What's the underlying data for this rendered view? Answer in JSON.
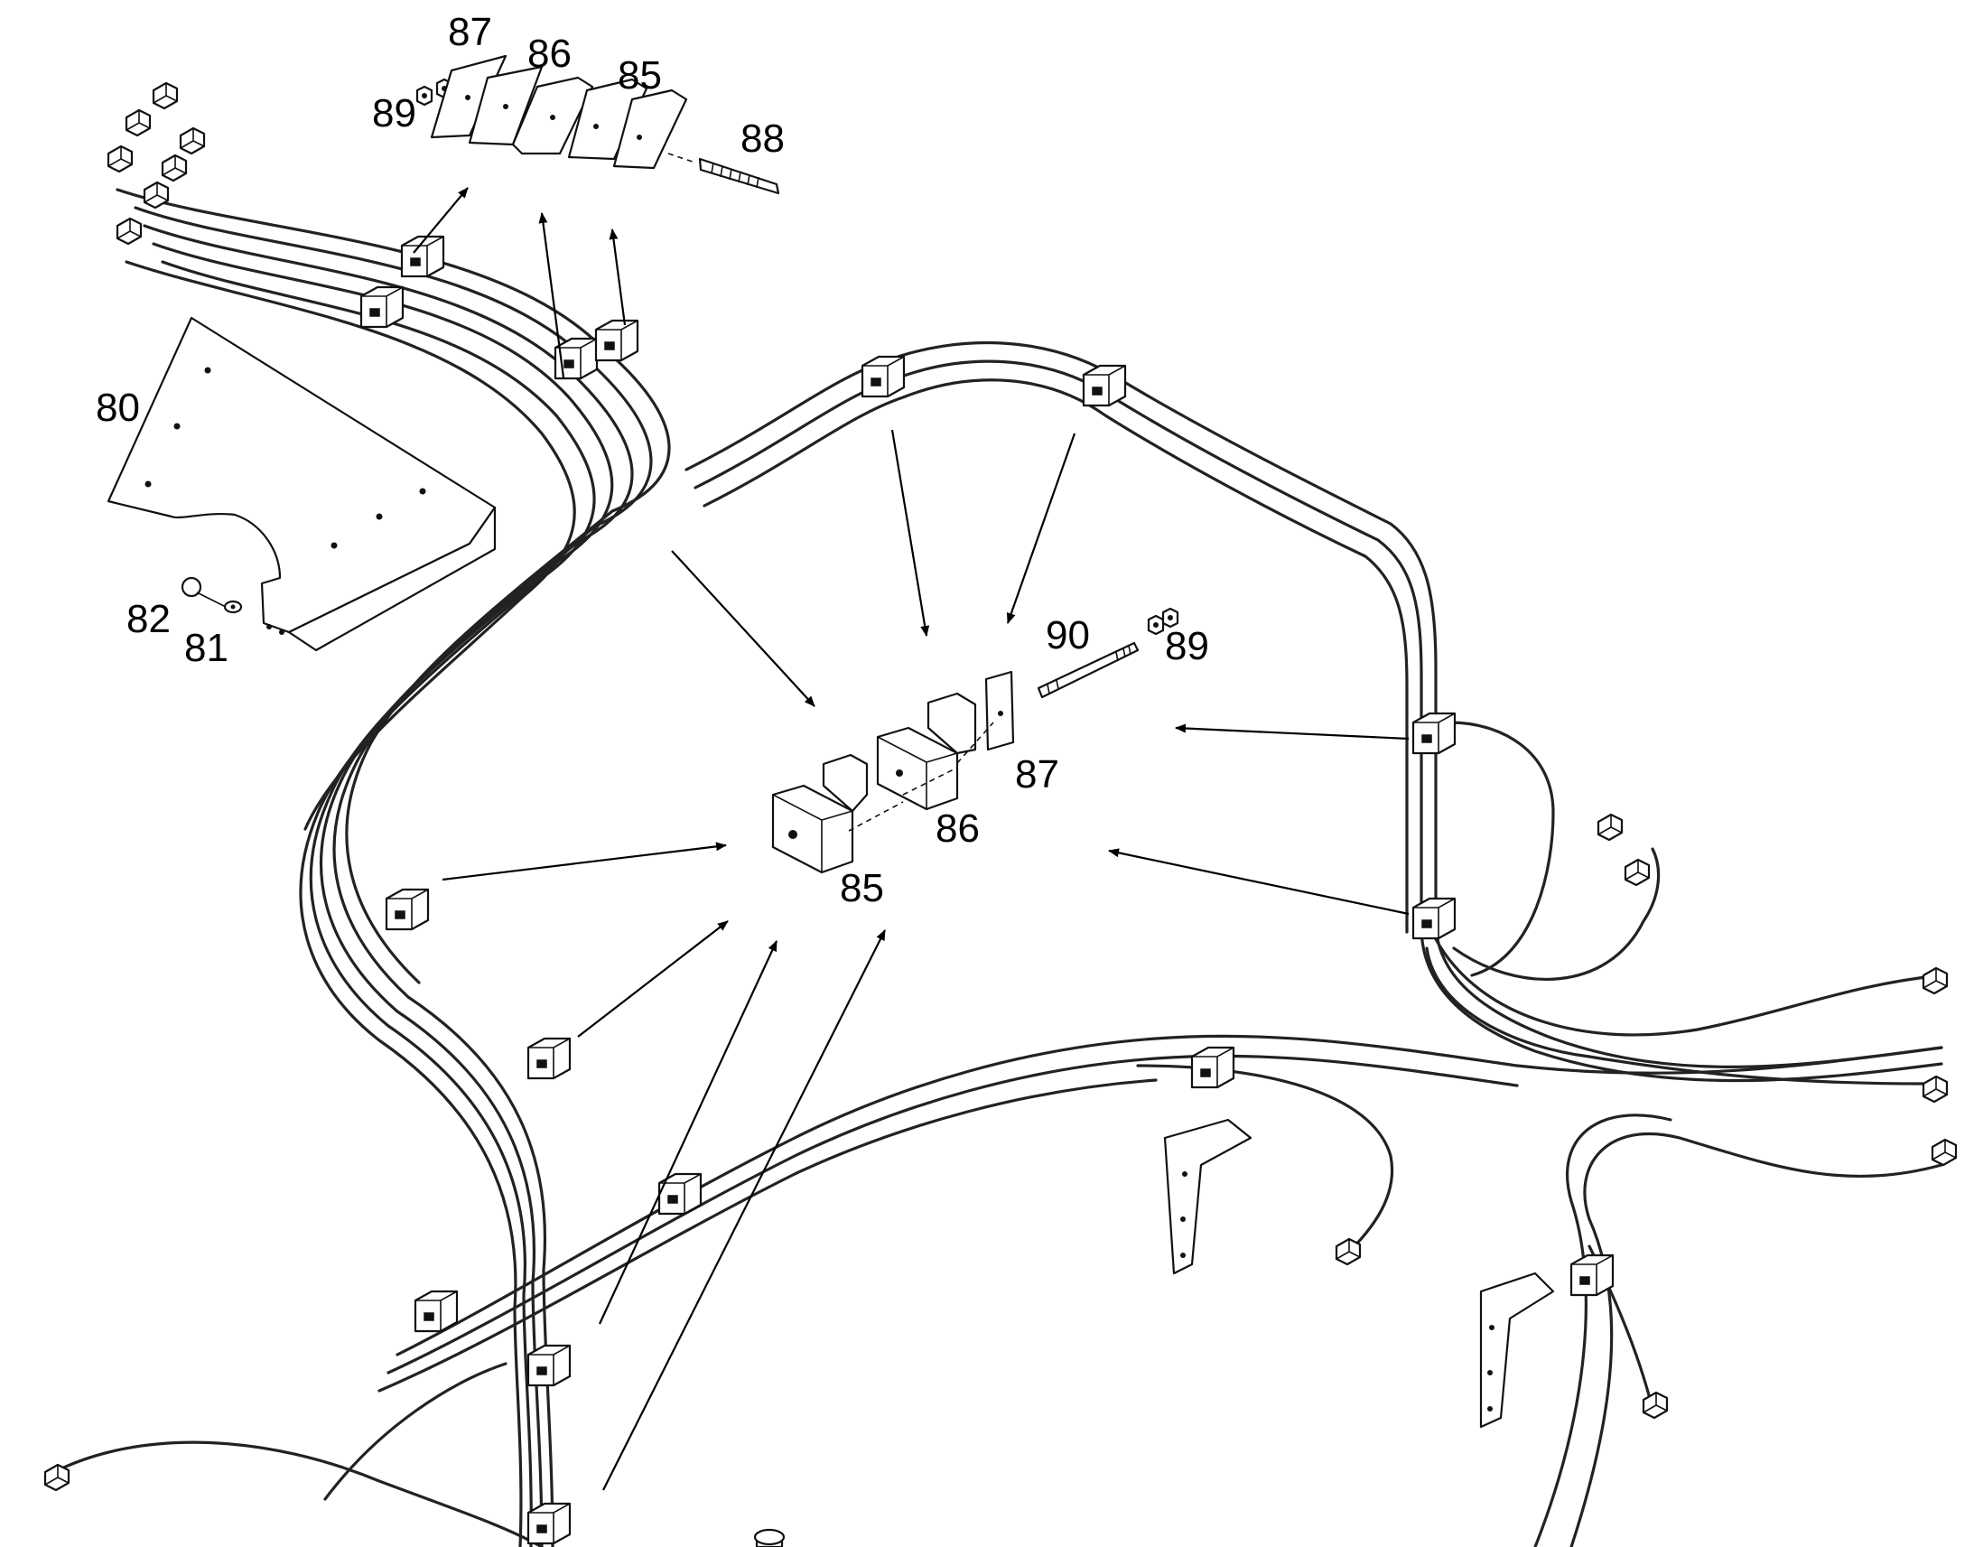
{
  "callouts": {
    "c80": "80",
    "c81": "81",
    "c82": "82",
    "c85_top": "85",
    "c86_top": "86",
    "c87_top": "87",
    "c88": "88",
    "c89_top": "89",
    "c85_mid": "85",
    "c86_mid": "86",
    "c87_mid": "87",
    "c89_mid": "89",
    "c90": "90"
  },
  "colors": {
    "line": "#222222",
    "background": "#ffffff",
    "text": "#000000"
  }
}
